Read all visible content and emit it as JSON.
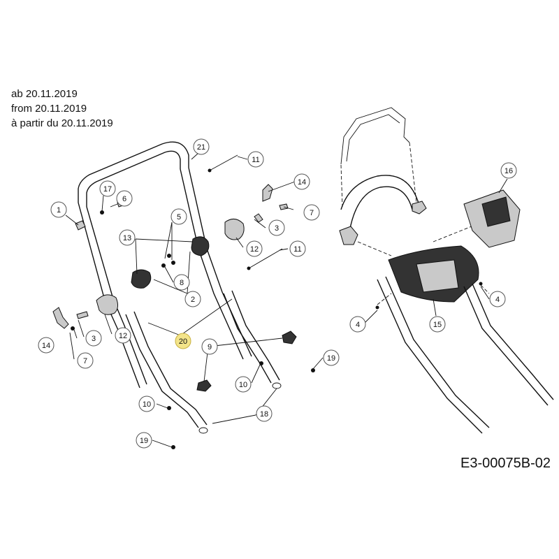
{
  "notes": {
    "line1": "ab 20.11.2019",
    "line2": "from 20.11.2019",
    "line3": "à partir du 20.11.2019"
  },
  "drawing_code": "E3-00075B-02",
  "highlight_color": "#f3e48a",
  "callouts": {
    "c1": "1",
    "c3a": "3",
    "c3b": "3",
    "c4a": "4",
    "c4b": "4",
    "c5": "5",
    "c6": "6",
    "c7a": "7",
    "c7b": "7",
    "c8": "8",
    "c9": "9",
    "c10a": "10",
    "c10b": "10",
    "c11a": "11",
    "c11b": "11",
    "c12a": "12",
    "c12b": "12",
    "c13": "13",
    "c14a": "14",
    "c14b": "14",
    "c15": "15",
    "c16": "16",
    "c17": "17",
    "c18": "18",
    "c19a": "19",
    "c19b": "19",
    "c20": "20",
    "c21": "21",
    "c2": "2"
  }
}
